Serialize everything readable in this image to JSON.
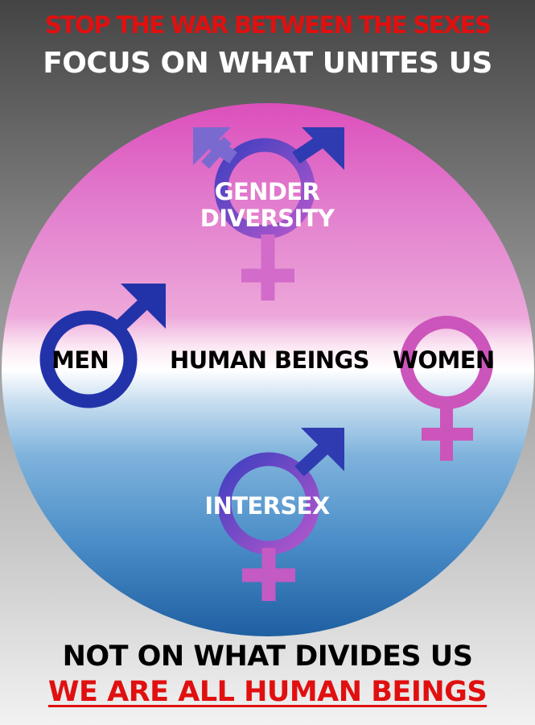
{
  "header": {
    "line1": "STOP THE WAR BETWEEN THE SEXES",
    "line2": "FOCUS ON WHAT UNITES US"
  },
  "disc": {
    "gender_diversity": [
      "GENDER",
      "DIVERSITY"
    ],
    "men": "MEN",
    "human_beings": "HUMAN BEINGS",
    "women": "WOMEN",
    "intersex": "INTERSEX"
  },
  "symbols": [
    "transgender-symbol-icon",
    "male-symbol-icon",
    "female-symbol-icon",
    "intersex-symbol-icon"
  ],
  "footer": {
    "line1": "NOT ON WHAT DIVIDES US",
    "line2": "WE ARE ALL HUMAN BEINGS"
  },
  "colors": {
    "red": "#e01010",
    "pink": "#e35dbd",
    "blue": "#2a6fae",
    "male_blue": "#2233aa",
    "female_pink": "#cc55bb"
  }
}
